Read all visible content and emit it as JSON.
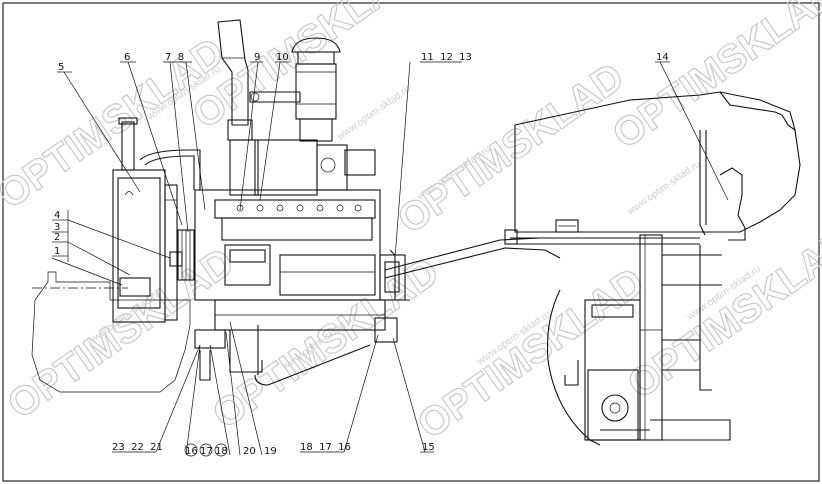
{
  "diagram": {
    "callouts": {
      "c1": "1",
      "c2": "2",
      "c3": "3",
      "c4": "4",
      "c5": "5",
      "c6": "6",
      "c7_8": "7  8",
      "c9": "9",
      "c10": "10",
      "c11_12_13": "11  12  13",
      "c14": "14",
      "c15": "15",
      "c16_17_18_circled": [
        "16",
        "17",
        "18"
      ],
      "c18_17_16": "18  17  16",
      "c19": "19",
      "c20": "20",
      "c23_22_21": "23  22  21"
    },
    "watermark": {
      "brand": "OPTIMSKLAD",
      "site": "www.optim-sklad.ru"
    }
  }
}
